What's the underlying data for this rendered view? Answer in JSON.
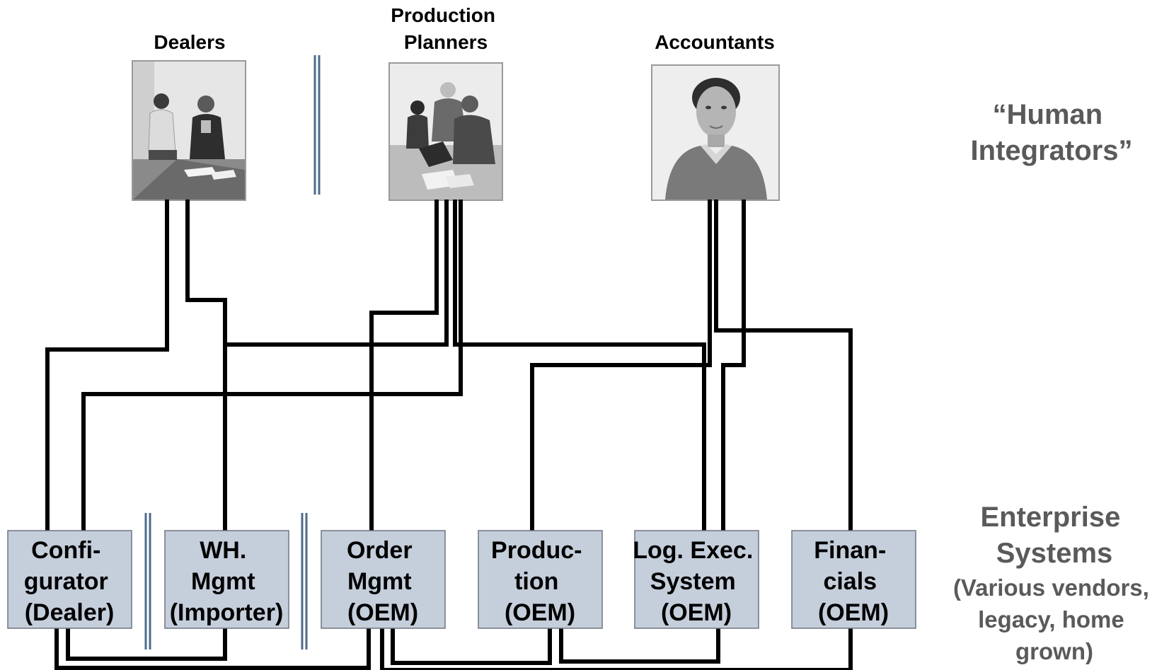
{
  "title": "",
  "groups": [
    {
      "id": "dealers",
      "label_lines": [
        "Dealers"
      ]
    },
    {
      "id": "planners",
      "label_lines": [
        "Production",
        "Planners"
      ]
    },
    {
      "id": "accountants",
      "label_lines": [
        "Accountants"
      ]
    }
  ],
  "side_labels": {
    "human_integrators": [
      "“Human",
      "Integrators”"
    ],
    "enterprise_systems": [
      "Enterprise",
      "Systems"
    ],
    "enterprise_note": [
      "(Various vendors,",
      "legacy, home",
      "grown)"
    ]
  },
  "systems": [
    {
      "id": "configurator",
      "lines": [
        "Confi-",
        "gurator",
        "(Dealer)"
      ]
    },
    {
      "id": "wh-mgmt",
      "lines": [
        "WH.",
        "Mgmt",
        "(Importer)"
      ]
    },
    {
      "id": "order-mgmt",
      "lines": [
        "Order",
        "Mgmt",
        "(OEM)"
      ]
    },
    {
      "id": "production",
      "lines": [
        "Produc-",
        "tion",
        "(OEM)"
      ]
    },
    {
      "id": "log-exec",
      "lines": [
        "Log. Exec.",
        "System",
        "(OEM)"
      ]
    },
    {
      "id": "financials",
      "lines": [
        "Finan-",
        "cials",
        "(OEM)"
      ]
    }
  ],
  "colors": {
    "system_fill": "#c5cedb",
    "line": "#000000",
    "divider": "#4d6b8a",
    "side_text": "#5a5a5a"
  }
}
